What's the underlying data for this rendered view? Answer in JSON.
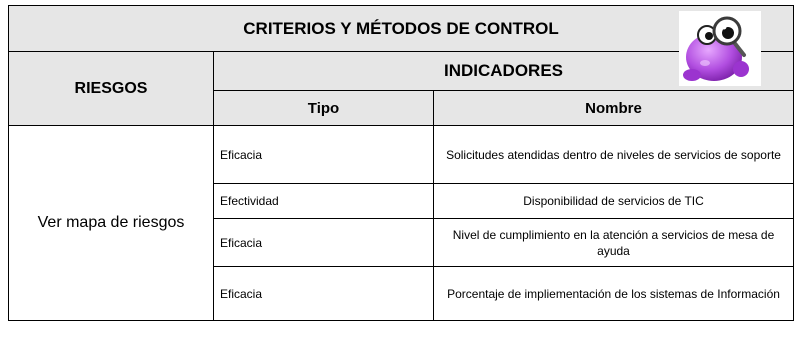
{
  "table": {
    "title": "CRITERIOS Y MÉTODOS DE CONTROL",
    "col_riesgos": "RIESGOS",
    "col_indicadores": "INDICADORES",
    "col_tipo": "Tipo",
    "col_nombre": "Nombre",
    "riesgo_text": "Ver mapa de riesgos",
    "rows": [
      {
        "tipo": "Eficacia",
        "nombre": "Solicitudes atendidas dentro de niveles de servicios de soporte"
      },
      {
        "tipo": "Efectividad",
        "nombre": "Disponibilidad de servicios de TIC"
      },
      {
        "tipo": "Eficacia",
        "nombre": "Nivel de cumplimiento en la atención a servicios de mesa de ayuda"
      },
      {
        "tipo": "Eficacia",
        "nombre": "Porcentaje de impliementación de los sistemas de Información"
      }
    ]
  },
  "mascot": {
    "icon": "purple-magnifier-mascot-icon",
    "color": "#a43bd6"
  }
}
